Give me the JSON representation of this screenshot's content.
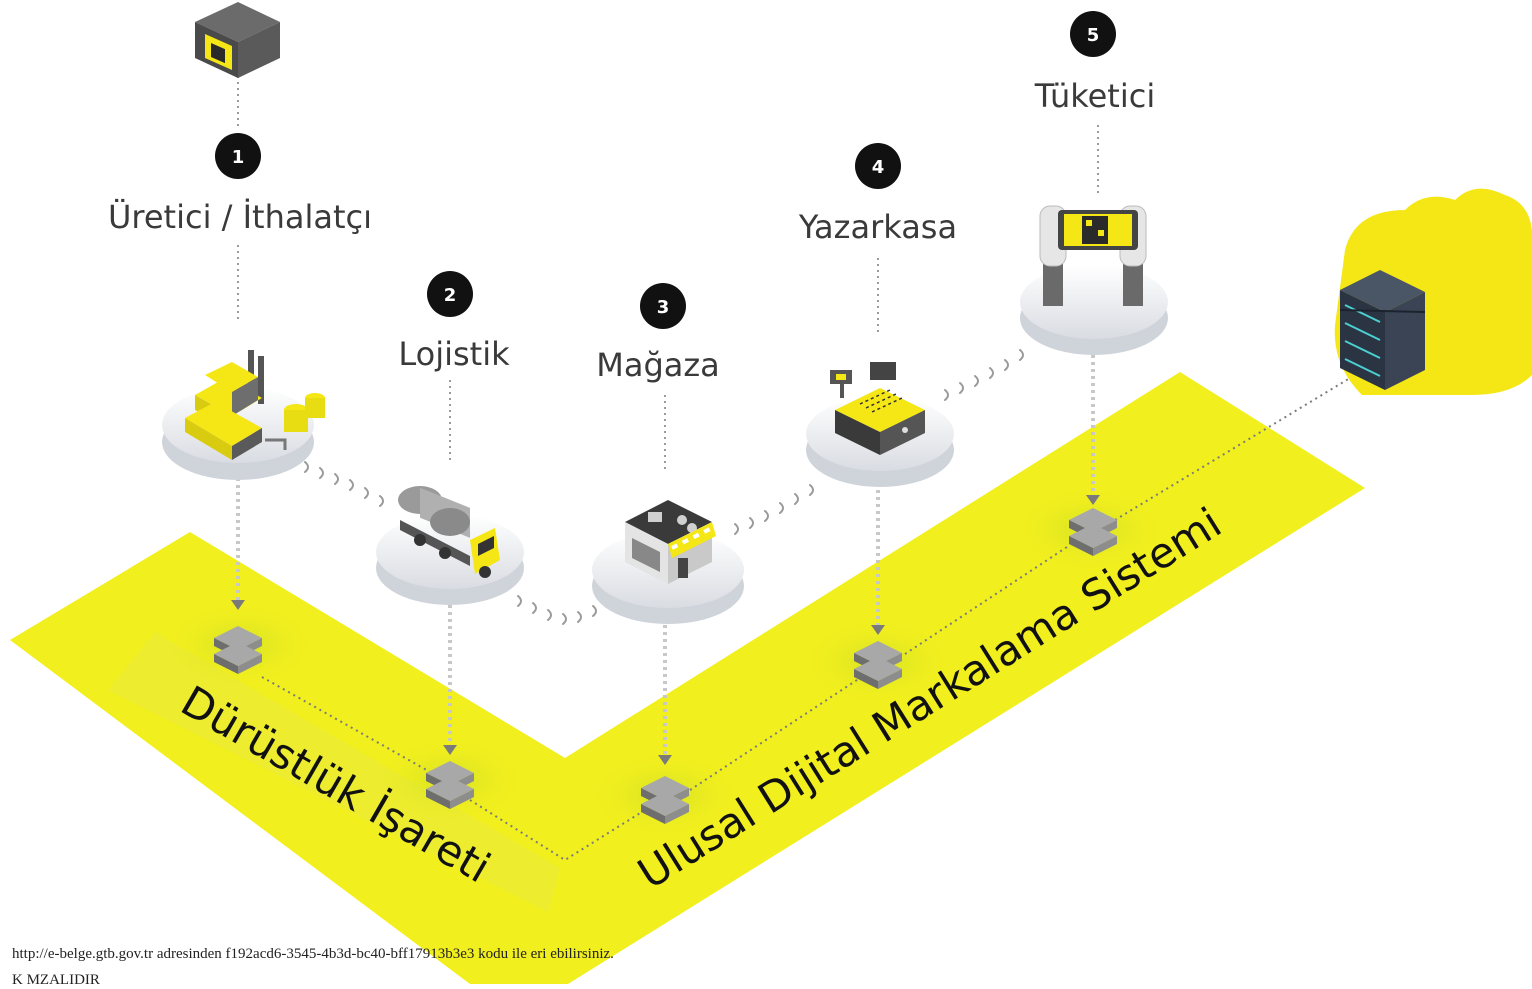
{
  "steps": [
    {
      "number": "1",
      "label": "Üretici / İthalatçı"
    },
    {
      "number": "2",
      "label": "Lojistik"
    },
    {
      "number": "3",
      "label": "Mağaza"
    },
    {
      "number": "4",
      "label": "Yazarkasa"
    },
    {
      "number": "5",
      "label": "Tüketici"
    }
  ],
  "band": {
    "left_label": "Dürüstlük İşareti",
    "right_label": "Ulusal Dijital Markalama Sistemi",
    "color": "#f2ef1e"
  },
  "colors": {
    "accent": "#f5e716",
    "server": "#858585",
    "platform": "#e9ebef",
    "badge": "#111111"
  },
  "footer": {
    "line1": "http://e-belge.gtb.gov.tr adresinden f192acd6-3545-4b3d-bc40-bff17913b3e3 kodu ile eri ebilirsiniz.",
    "line2": "K  MZALIDIR"
  }
}
